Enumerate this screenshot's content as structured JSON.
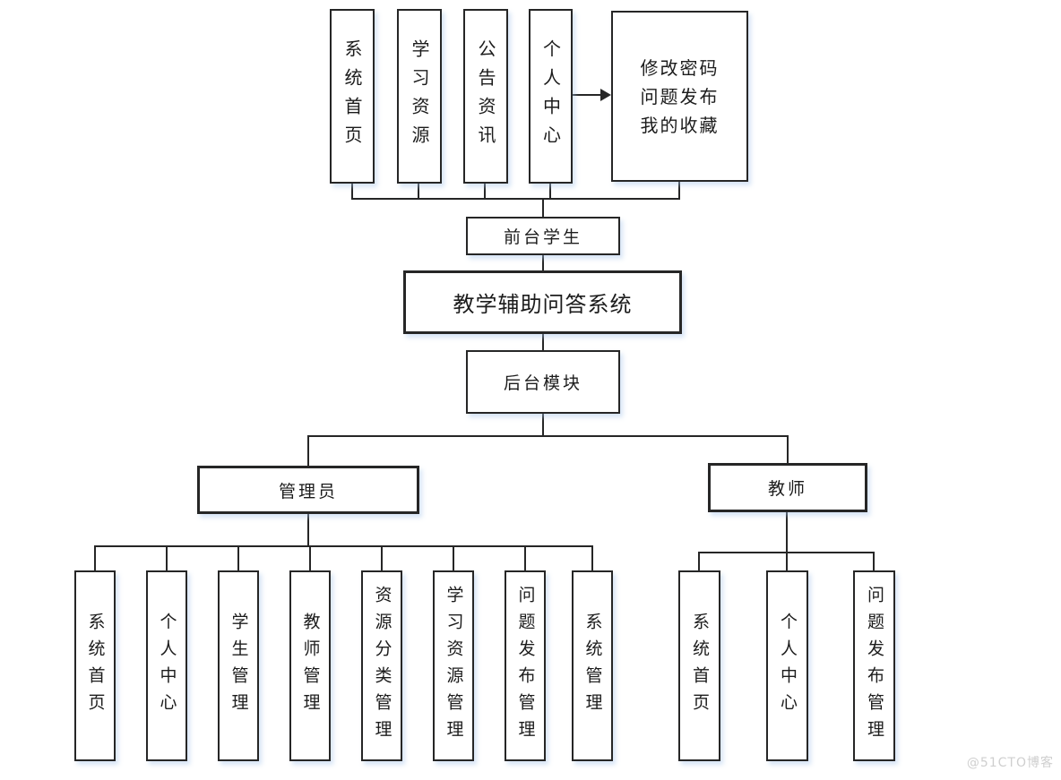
{
  "colors": {
    "line": "#262626",
    "border": "#262626",
    "text": "#1c1c1c",
    "watermark": "#cfcfcf",
    "shadow_tint": "#a5c3eb"
  },
  "top_row": {
    "items": [
      {
        "label": "系统首页"
      },
      {
        "label": "学习资源"
      },
      {
        "label": "公告资讯"
      },
      {
        "label": "个人中心"
      }
    ],
    "detail": {
      "lines": [
        "修改密码",
        "问题发布",
        "我的收藏"
      ]
    }
  },
  "center": {
    "front": "前台学生",
    "title": "教学辅助问答系统",
    "back": "后台模块"
  },
  "branches": {
    "admin": {
      "label": "管理员",
      "children": [
        "系统首页",
        "个人中心",
        "学生管理",
        "教师管理",
        "资源分类管理",
        "学习资源管理",
        "问题发布管理",
        "系统管理"
      ]
    },
    "teacher": {
      "label": "教师",
      "children": [
        "系统首页",
        "个人中心",
        "问题发布管理"
      ]
    }
  },
  "watermark": {
    "text": "@51CTO博客"
  }
}
